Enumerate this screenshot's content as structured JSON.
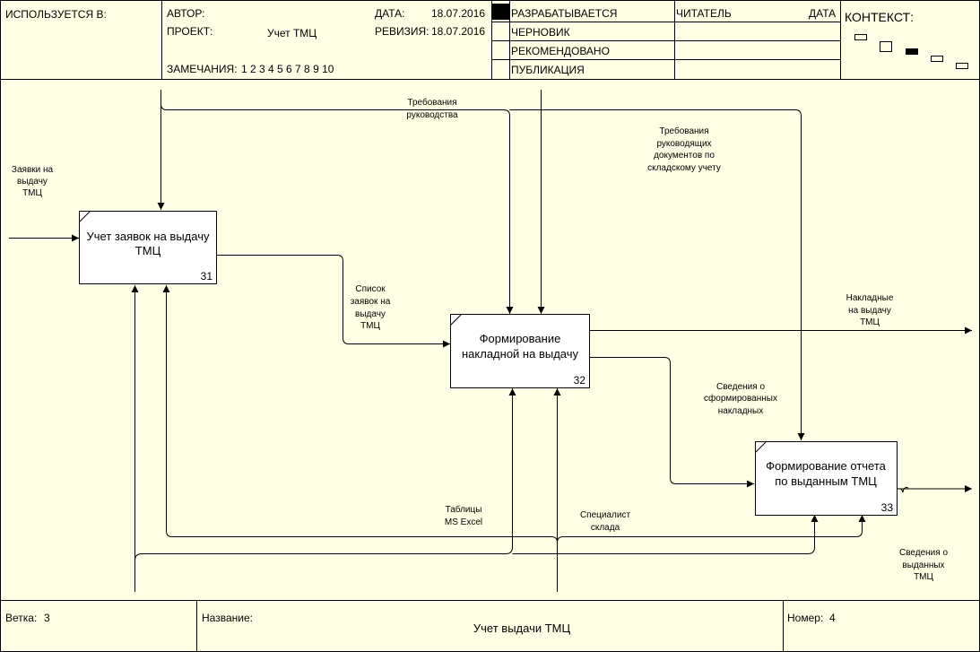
{
  "header": {
    "used_in": "ИСПОЛЬЗУЕТСЯ В:",
    "author_label": "АВТОР:",
    "project_label": "ПРОЕКТ:",
    "project_value": "Учет ТМЦ",
    "date_label": "ДАТА:",
    "date_value": "18.07.2016",
    "revision_label": "РЕВИЗИЯ:",
    "revision_value": "18.07.2016",
    "notes_label": "ЗАМЕЧАНИЯ:",
    "notes_values": "1 2 3 4 5 6 7 8 9 10",
    "status_working": "РАЗРАБАТЫВАЕТСЯ",
    "status_draft": "ЧЕРНОВИК",
    "status_recommended": "РЕКОМЕНДОВАНО",
    "status_publication": "ПУБЛИКАЦИЯ",
    "reader_label": "ЧИТАТЕЛЬ",
    "reader_date_label": "ДАТА",
    "context_label": "КОНТЕКСТ:"
  },
  "boxes": [
    {
      "lines": [
        "Учет заявок на выдачу",
        "ТМЦ"
      ],
      "number": "31"
    },
    {
      "lines": [
        "Формирование",
        "накладной на выдачу"
      ],
      "number": "32"
    },
    {
      "lines": [
        "Формирование отчета",
        "по выданным ТМЦ"
      ],
      "number": "33"
    }
  ],
  "arrow_labels": {
    "requests": [
      "Заявки на",
      "выдачу",
      "ТМЦ"
    ],
    "management_req": [
      "Требования",
      "руководства"
    ],
    "guiding_docs": [
      "Требования",
      "руководящих",
      "документов по",
      "складскому учету"
    ],
    "request_list": [
      "Список",
      "заявок на",
      "выдачу",
      "ТМЦ"
    ],
    "invoices": [
      "Накладные",
      "на выдачу",
      "ТМЦ"
    ],
    "invoice_info": [
      "Сведения о",
      "сформированных",
      "накладных"
    ],
    "excel": [
      "Таблицы",
      "MS Excel"
    ],
    "specialist": [
      "Специалист",
      "склада"
    ],
    "issued_info": [
      "Сведения о",
      "выданных",
      "ТМЦ"
    ]
  },
  "footer": {
    "node_label": "Ветка:",
    "node_value": "3",
    "title_label": "Название:",
    "title_value": "Учет выдачи ТМЦ",
    "number_label": "Номер:",
    "number_value": "4"
  }
}
